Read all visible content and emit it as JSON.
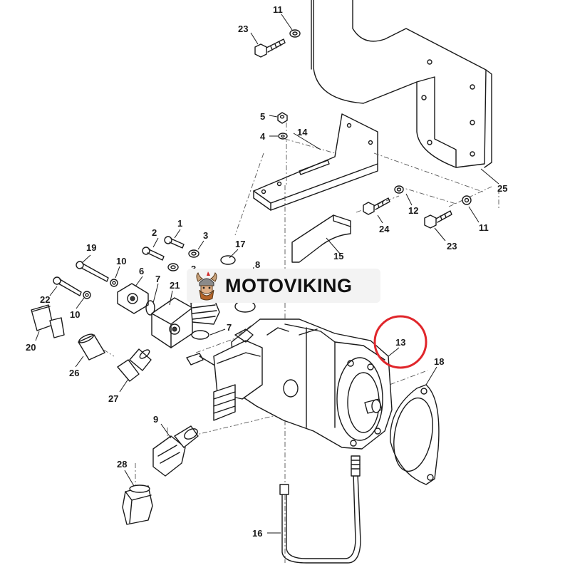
{
  "callouts": {
    "c1": "1",
    "c2": "2",
    "c3a": "3",
    "c3b": "3",
    "c4": "4",
    "c5": "5",
    "c6": "6",
    "c7a": "7",
    "c7b": "7",
    "c8": "8",
    "c9": "9",
    "c10a": "10",
    "c10b": "10",
    "c11a": "11",
    "c11b": "11",
    "c12": "12",
    "c13": "13",
    "c14": "14",
    "c15": "15",
    "c16": "16",
    "c17": "17",
    "c18": "18",
    "c19": "19",
    "c20": "20",
    "c21": "21",
    "c22": "22",
    "c23a": "23",
    "c23b": "23",
    "c24": "24",
    "c25": "25",
    "c26": "26",
    "c27": "27",
    "c28": "28"
  },
  "watermark": {
    "text": "MOTOVIKING"
  },
  "highlight": {
    "color": "#e0262b"
  }
}
